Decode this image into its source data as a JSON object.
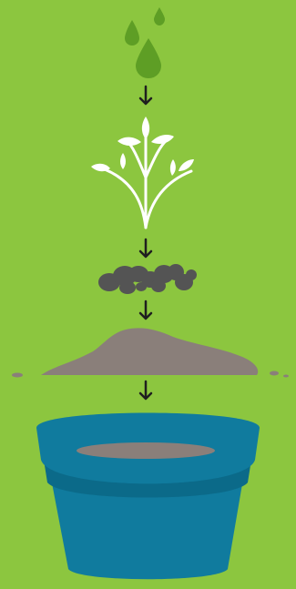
{
  "colors": {
    "background": "#8cc63f",
    "droplet": "#5e9e25",
    "plant": "#ffffff",
    "arrow": "#1f1f1f",
    "rocks": "#545454",
    "soil": "#8a7f7a",
    "pot": "#107b9e",
    "pot_dark": "#0b6a89",
    "pot_soil": "#8a7f7a"
  },
  "steps": [
    {
      "id": "water",
      "icon": "water-droplets-icon"
    },
    {
      "id": "plant",
      "icon": "seedling-icon"
    },
    {
      "id": "rocks",
      "icon": "pebbles-icon"
    },
    {
      "id": "soil",
      "icon": "soil-mound-icon"
    },
    {
      "id": "pot",
      "icon": "flower-pot-icon"
    }
  ],
  "arrows": [
    {
      "icon": "arrow-down-icon"
    },
    {
      "icon": "arrow-down-icon"
    },
    {
      "icon": "arrow-down-icon"
    },
    {
      "icon": "arrow-down-icon"
    }
  ]
}
